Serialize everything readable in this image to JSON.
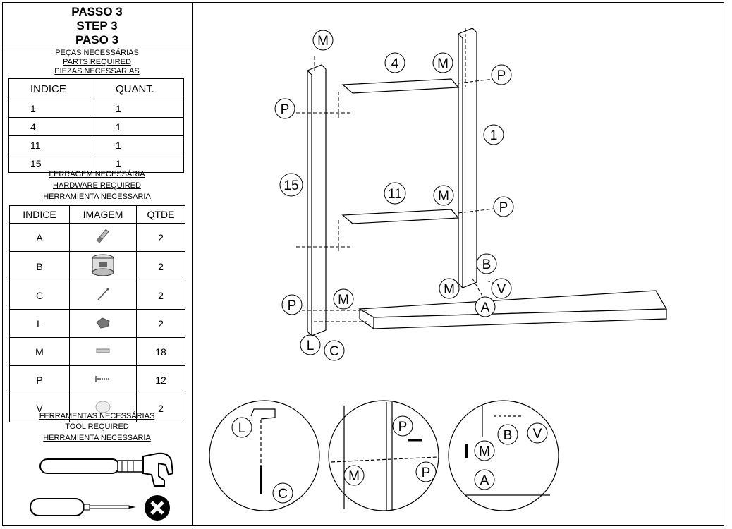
{
  "title": {
    "line1": "PASSO 3",
    "line2": "STEP 3",
    "line3": "PASO 3"
  },
  "parts_caption": [
    "PEÇAS NECESSÁRIAS",
    "PARTS REQUIRED",
    "PIEZAS NECESSARIAS"
  ],
  "parts_table": {
    "headers": [
      "INDICE",
      "QUANT."
    ],
    "rows": [
      [
        "1",
        "1"
      ],
      [
        "4",
        "1"
      ],
      [
        "11",
        "1"
      ],
      [
        "15",
        "1"
      ]
    ]
  },
  "hardware_caption": [
    "FERRAGEM NECESSÁRIA",
    "HARDWARE REQUIRED",
    "HERRAMIENTA NECESSARIA"
  ],
  "hardware_table": {
    "headers": [
      "INDICE",
      "IMAGEM",
      "QTDE"
    ],
    "rows": [
      {
        "index": "A",
        "icon": "cam-bolt-icon",
        "qty": "2"
      },
      {
        "index": "B",
        "icon": "cam-lock-icon",
        "qty": "2"
      },
      {
        "index": "C",
        "icon": "nail-icon",
        "qty": "2"
      },
      {
        "index": "L",
        "icon": "bracket-icon",
        "qty": "2"
      },
      {
        "index": "M",
        "icon": "dowel-icon",
        "qty": "18"
      },
      {
        "index": "P",
        "icon": "screw-icon",
        "qty": "12"
      },
      {
        "index": "V",
        "icon": "cap-icon",
        "qty": "2"
      }
    ]
  },
  "tools_caption": [
    "FERRAMENTAS NECESSÁRIAS",
    "TOOL REQUIRED",
    "HERRAMIENTA NECESSARIA"
  ],
  "tools": [
    "hammer-icon",
    "screwdriver-icon",
    "not-allowed-icon"
  ],
  "diagram_labels": [
    "M",
    "4",
    "M",
    "P",
    "P",
    "1",
    "15",
    "11",
    "M",
    "P",
    "B",
    "M",
    "V",
    "P",
    "M",
    "A",
    "L",
    "C"
  ],
  "detail_labels": {
    "circle1": [
      "L",
      "C"
    ],
    "circle2": [
      "P",
      "M",
      "P"
    ],
    "circle3": [
      "B",
      "V",
      "M",
      "A"
    ]
  }
}
